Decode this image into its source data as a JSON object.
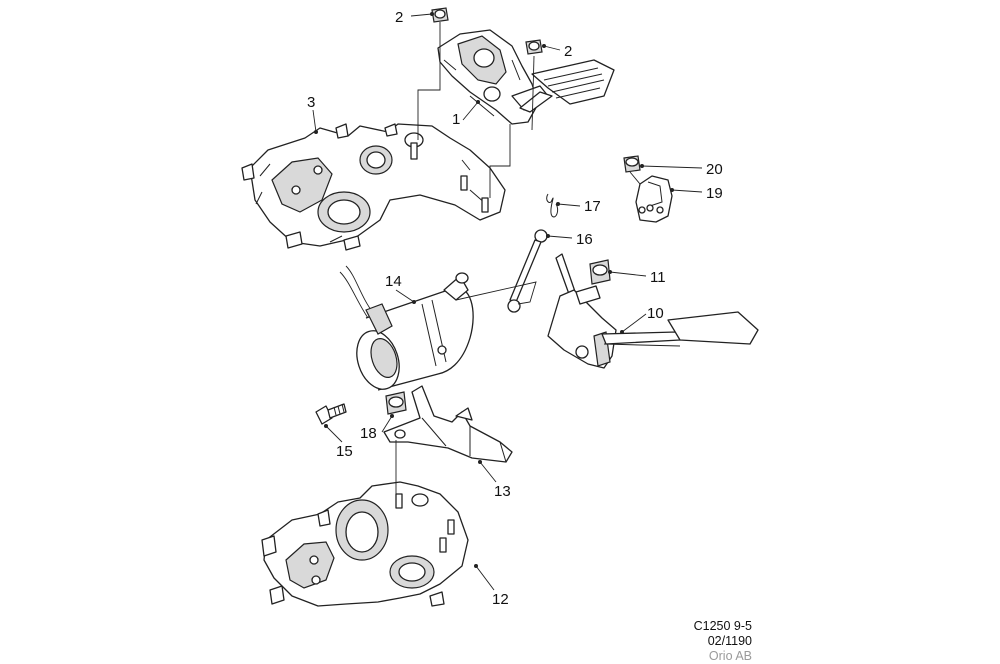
{
  "callouts": {
    "c1": "1",
    "c2a": "2",
    "c2b": "2",
    "c3": "3",
    "c10": "10",
    "c11": "11",
    "c12": "12",
    "c13": "13",
    "c14": "14",
    "c15": "15",
    "c16": "16",
    "c17": "17",
    "c18": "18",
    "c19": "19",
    "c20": "20"
  },
  "footer": {
    "ref": "C1250 9-5",
    "date": "02/1190",
    "publisher": "Orio AB"
  }
}
